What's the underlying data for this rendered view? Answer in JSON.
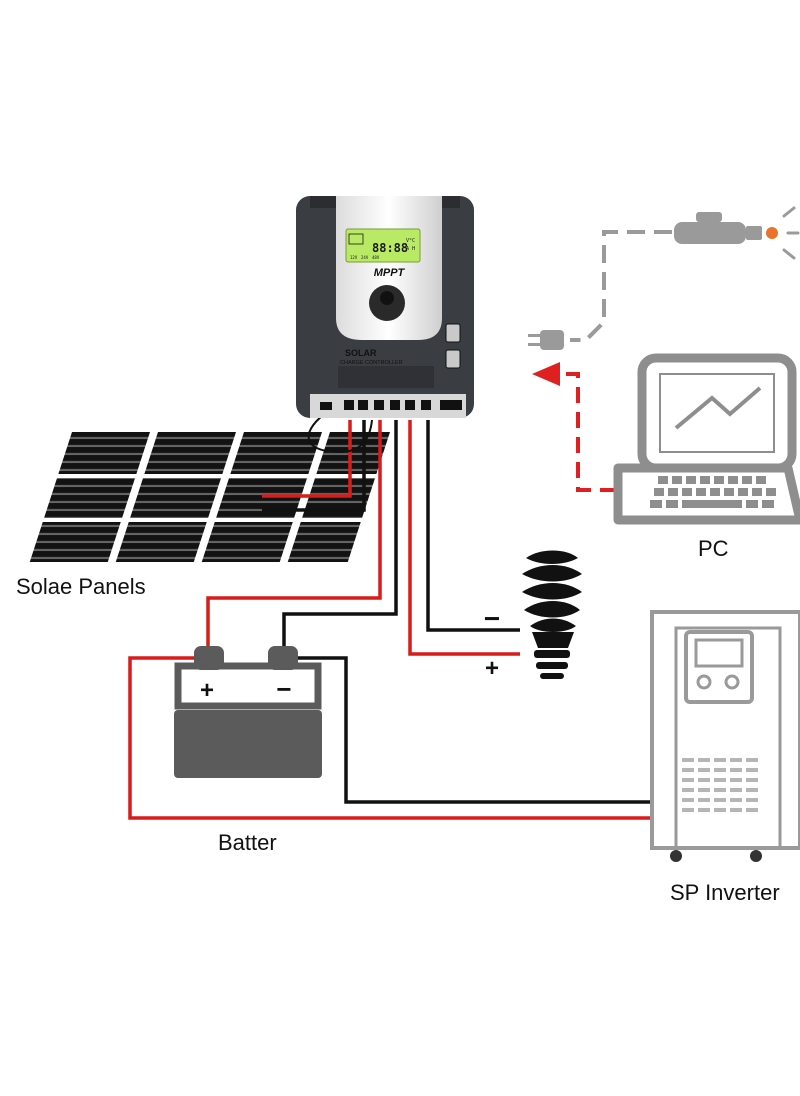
{
  "labels": {
    "panels": "Solae Panels",
    "battery": "Batter",
    "pc": "PC",
    "inverter": "SP Inverter"
  },
  "controller": {
    "brand": "MPPT",
    "line1": "SOLAR",
    "line2": "CHARGE CONTROLLER",
    "lcd_value": "88:88",
    "lcd_unit1": "V°C",
    "lcd_unit2": "A H",
    "lcd_volts": [
      "12V",
      "24V",
      "48V"
    ]
  },
  "battery": {
    "plus": "+",
    "minus": "−"
  },
  "bulb": {
    "minus": "−",
    "plus": "+"
  },
  "colors": {
    "positive_wire": "#d81b1b",
    "negative_wire": "#111111",
    "accessory_line": "#9a9a9a",
    "usb_link": "#e02020",
    "lcd": "#b8ea63",
    "controller_body": "#3a3d42",
    "battery": "#5b5b5b"
  }
}
